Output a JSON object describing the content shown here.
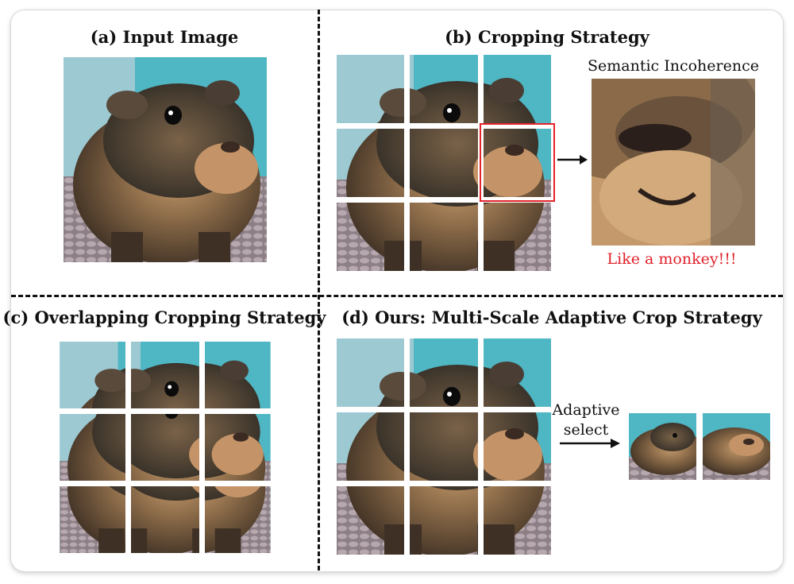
{
  "titles": {
    "a": "(a) Input Image",
    "b": "(b) Cropping Strategy",
    "c": "(c) Overlapping Cropping Strategy",
    "d": "(d) Ours: Multi-Scale Adaptive Crop Strategy"
  },
  "labels": {
    "semantic": "Semantic Incoherence",
    "monkey": "Like a monkey!!!",
    "adaptive_line1": "Adaptive",
    "adaptive_line2": "select"
  },
  "colors": {
    "accent_red": "#e3242b",
    "background_teal": "#4fb6c4",
    "fur_dark": "#4a3a2a",
    "fur_light": "#b48a5e"
  }
}
